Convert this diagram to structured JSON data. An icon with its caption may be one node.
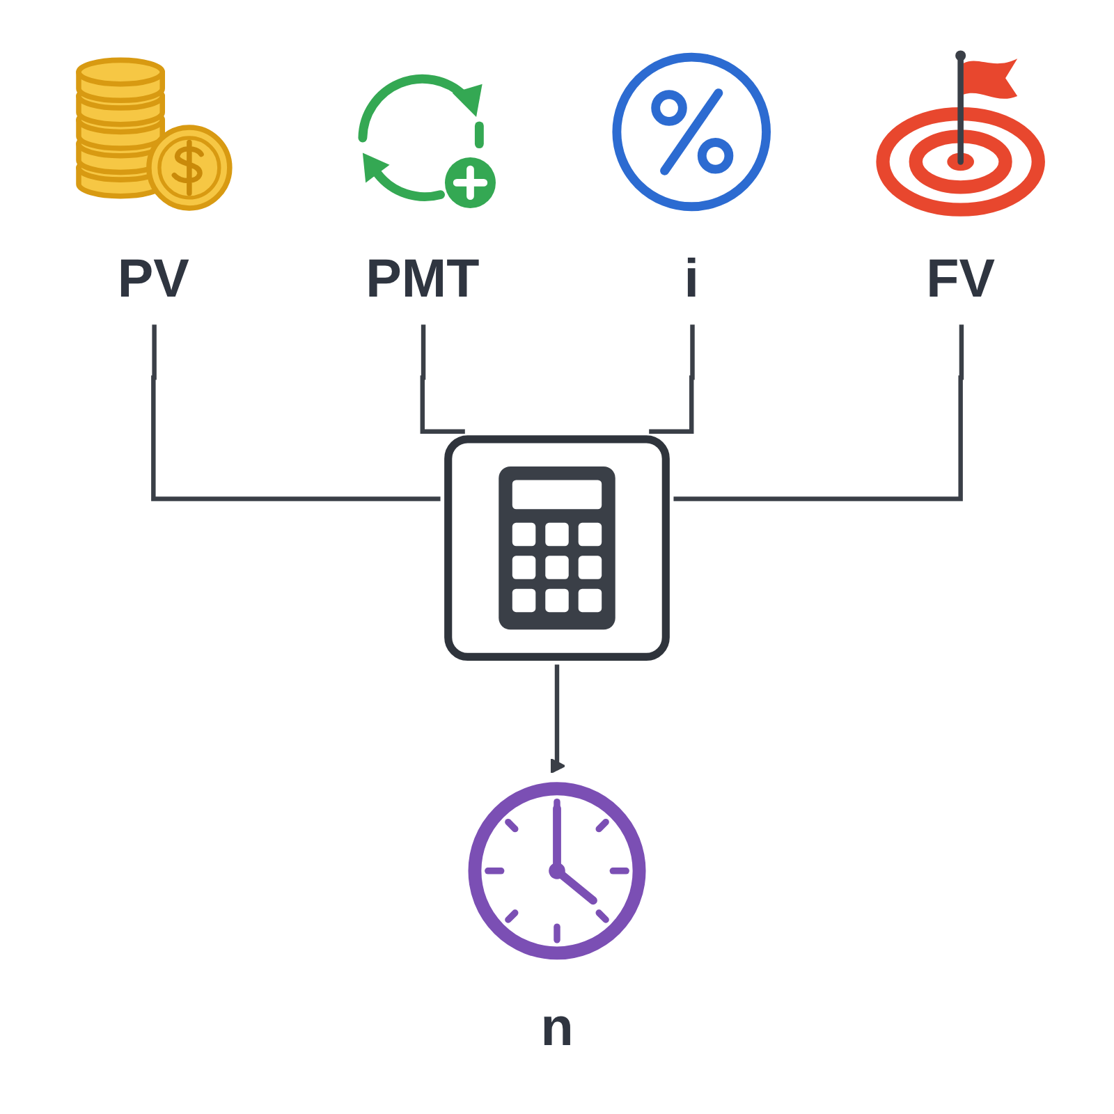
{
  "diagram": {
    "nodes": [
      {
        "text": [
          "PV"
        ]
      },
      {
        "text": [
          "PMT"
        ]
      },
      {
        "text": [
          "i"
        ]
      },
      {
        "text": [
          "FV"
        ]
      },
      {
        "text": [],
        "shape": "picture"
      },
      {
        "text": [
          "n"
        ]
      }
    ],
    "edges": [
      {
        "from": 0,
        "to": 4,
        "arrow": "none"
      },
      {
        "from": 1,
        "to": 4,
        "arrow": "none"
      },
      {
        "from": 2,
        "to": 4,
        "arrow": "none"
      },
      {
        "from": 3,
        "to": 4,
        "arrow": "none"
      },
      {
        "from": 4,
        "to": 5,
        "arrow": "to"
      }
    ]
  }
}
